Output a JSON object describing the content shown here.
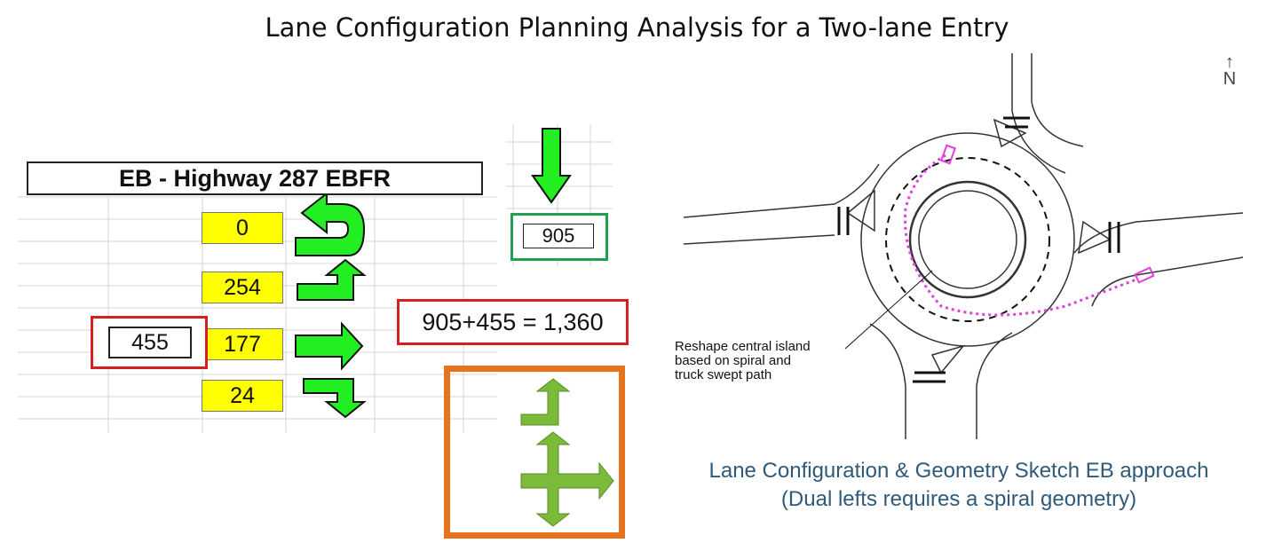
{
  "title": "Lane Configuration Planning Analysis for a Two-lane Entry",
  "spreadsheet": {
    "header": "EB - Highway 287 EBFR",
    "movements": [
      {
        "name": "u-turn",
        "volume": "0"
      },
      {
        "name": "left",
        "volume": "254"
      },
      {
        "name": "through",
        "volume": "177"
      },
      {
        "name": "right",
        "volume": "24"
      }
    ],
    "opposing_volume": "455",
    "southbound_volume": "905",
    "sum_text": "905+455 = 1,360"
  },
  "diagram": {
    "north_label": "N",
    "annotation": [
      "Reshape central island",
      "based on spiral and",
      "truck swept path"
    ],
    "caption": [
      "Lane Configuration & Geometry Sketch EB approach",
      "(Dual lefts requires a spiral geometry)"
    ]
  },
  "colors": {
    "arrow_green": "#22ee22",
    "lane_arrow_olive": "#7cba3a",
    "highlight_yellow": "#ffff00",
    "frame_red": "#d42020",
    "frame_green": "#20a050",
    "frame_orange": "#e8731e",
    "path_magenta": "#e040e0",
    "caption_blue": "#2f5a7a"
  }
}
